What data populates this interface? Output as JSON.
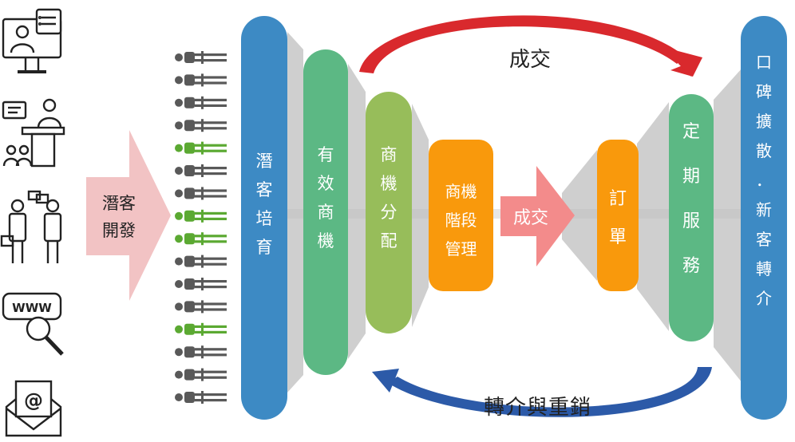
{
  "colors": {
    "blue": "#3d8ac4",
    "green": "#5cb884",
    "olive": "#97bd5a",
    "orange": "#f9990c",
    "pink": "#f2c3c4",
    "salmon": "#f38b8b",
    "red_arrow": "#d9292d",
    "blue_arrow": "#2c5aa8",
    "gray": "#c8c8c8",
    "person_gray": "#595959",
    "person_green": "#5ba932"
  },
  "icons": [
    "presenter-screen-icon",
    "seminar-audience-icon",
    "business-meeting-icon",
    "www-search-icon",
    "email-envelope-icon"
  ],
  "people": {
    "count": 16,
    "highlighted": [
      4,
      7,
      8,
      12
    ]
  },
  "labels": {
    "lead_gen": "潛客\n開發",
    "nurture": "潛\n客\n培\n育",
    "valid_opp": "有\n效\n商\n機",
    "opp_assign": "商\n機\n分\n配",
    "stage_mgmt": "商機\n階段\n管理",
    "deal_arrow": "成交",
    "order": "訂\n單",
    "service": "定\n期\n服\n務",
    "wom": "口\n碑\n擴\n散\n．\n新\n客\n轉\n介",
    "top_deal": "成交",
    "bottom_loop": "轉介與重銷"
  }
}
